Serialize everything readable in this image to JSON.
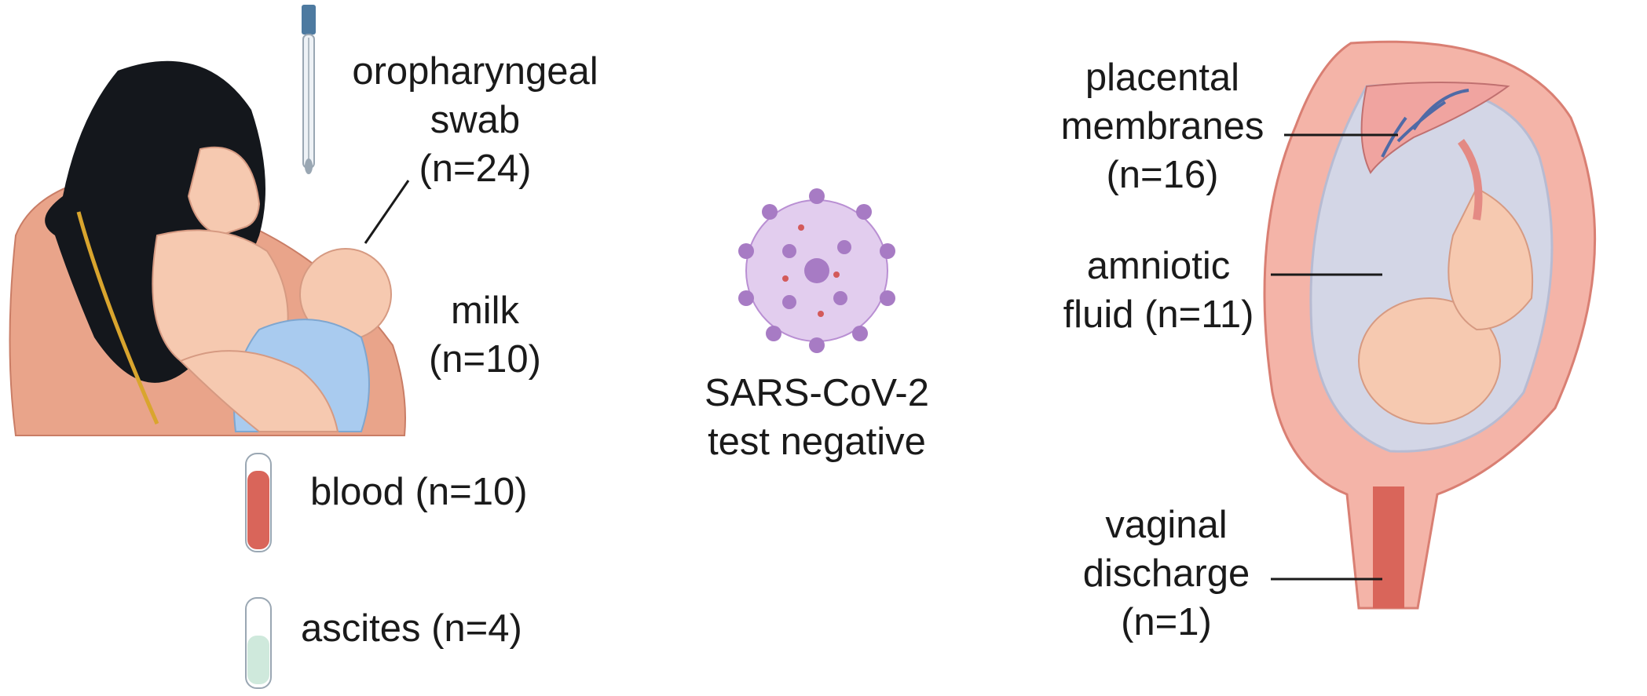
{
  "left": {
    "swab_label": [
      "oropharyngeal",
      "swab",
      "(n=24)"
    ],
    "milk_label": [
      "milk",
      "(n=10)"
    ],
    "blood_label": "blood (n=10)",
    "ascites_label": "ascites (n=4)"
  },
  "center": {
    "virus_label": [
      "SARS-CoV-2",
      "test negative"
    ]
  },
  "right": {
    "placental_label": [
      "placental",
      "membranes",
      "(n=16)"
    ],
    "amniotic_label": [
      "amniotic",
      "fluid (n=11)"
    ],
    "vaginal_label": [
      "vaginal",
      "discharge",
      "(n=1)"
    ]
  },
  "colors": {
    "hair": "#14171c",
    "skin": "#f6c9b0",
    "robe": "#e9a48a",
    "blanket": "#a9cbef",
    "blood": "#d9655a",
    "ascites": "#cfe9dc",
    "virus": "#a77bc4",
    "uterus": "#f4b4a8",
    "amniotic": "#d3d6e6"
  }
}
